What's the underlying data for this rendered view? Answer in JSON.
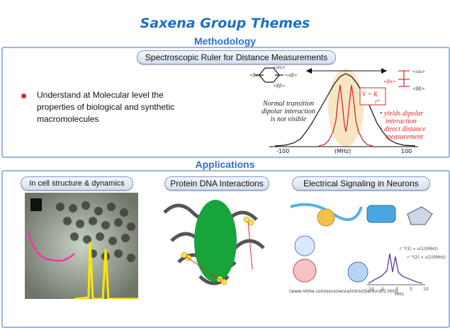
{
  "title": "Saxena Group Themes",
  "methodology": {
    "heading": "Methodology",
    "pill": "Spectroscopic Ruler for Distance Measurements",
    "bullet": [
      "Understand at Molecular level the",
      "properties of biological and synthetic",
      "macromolecules"
    ],
    "spectrum": {
      "ticks": [
        "-100",
        "(MHz)",
        "100"
      ],
      "left_note": [
        "Normal transition",
        "dipolar interaction",
        "is not visible"
      ],
      "red_notes": [
        "yields dipolar",
        "interaction",
        "direct distance",
        "measurement"
      ],
      "formula_v": "V =",
      "formula_k": "K",
      "formula_r": "r³",
      "levels_left": [
        "<αα>",
        "<βα>",
        "<αβ>",
        "<ββ>"
      ],
      "levels_right": [
        "<βα>",
        "<αα>",
        "<ββ>"
      ]
    }
  },
  "applications": {
    "heading": "Applications",
    "items": [
      {
        "label": "In cell structure & dynamics"
      },
      {
        "label": "Protein DNA Interactions"
      },
      {
        "label": "Electrical Signaling in Neurons"
      }
    ],
    "neuron_url": "(www.mhhe.com/socscience/intro/cbank/cell1.htm)",
    "neuron_plot": {
      "eq1": "r⁻³(1) ∝ ν(1)(MHz)",
      "eq2": "r⁻³(2) ∝ ν(2)(MHz)",
      "xticks": [
        "-10",
        "-5",
        "0",
        "5",
        "10"
      ],
      "xlabel": "MHz"
    }
  },
  "colors": {
    "title": "#1c6fc4",
    "bullet": "#d72f2f",
    "highlight": "#f6e2b8",
    "spectrum_red": "#d62a2a"
  }
}
